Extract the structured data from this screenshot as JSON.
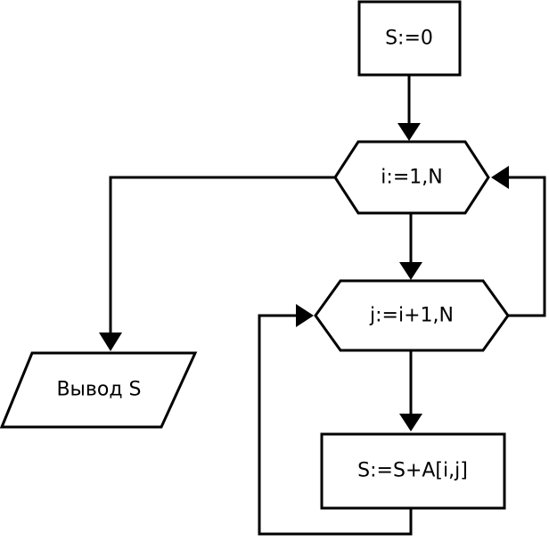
{
  "flowchart": {
    "init": "S:=0",
    "outer_loop": "i:=1,N",
    "inner_loop": "j:=i+1,N",
    "body": "S:=S+A[i,j]",
    "output": "Вывод S"
  }
}
